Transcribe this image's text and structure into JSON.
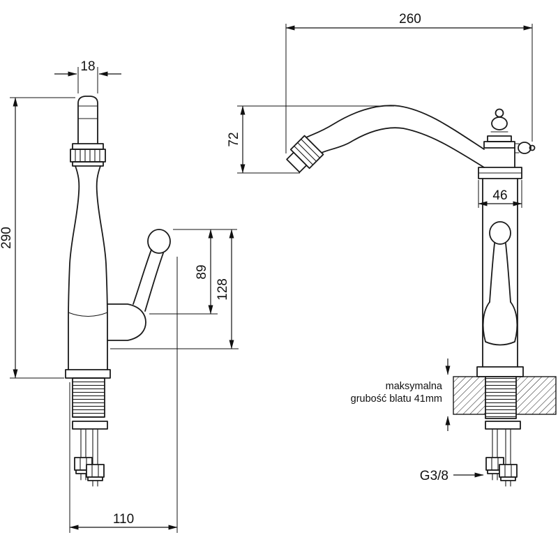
{
  "page": {
    "background": "#ffffff",
    "line_color": "#1a1a1a"
  },
  "front_view": {
    "dim_spout_width": "18",
    "dim_height": "290",
    "dim_handle_height": "89",
    "dim_handle_total": "128",
    "dim_base_width": "110"
  },
  "side_view": {
    "dim_reach": "260",
    "dim_drop": "72",
    "dim_diameter": "46",
    "note_line1": "maksymalna",
    "note_line2": "grubość blatu 41mm",
    "dim_thread": "G3/8"
  }
}
